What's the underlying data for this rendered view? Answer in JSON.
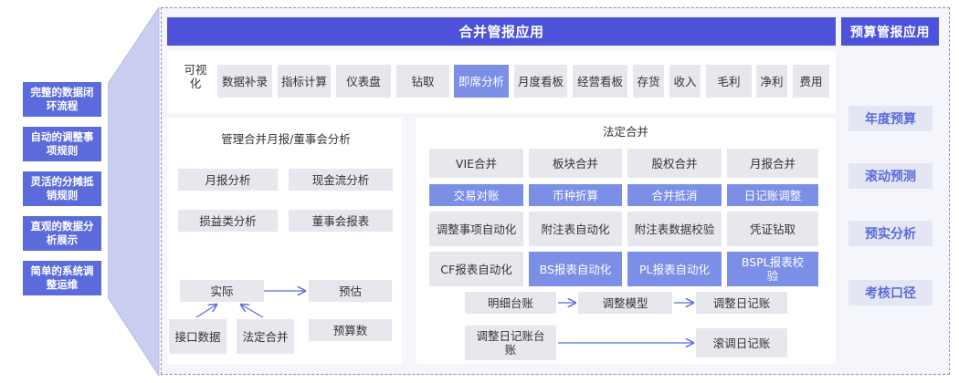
{
  "features": [
    "完整的数据闭环流程",
    "自动的调整事项规则",
    "灵活的分摊抵销规则",
    "直观的数据分析展示",
    "简单的系统调整运维"
  ],
  "main_header": "合并管报应用",
  "budget_header": "预算管报应用",
  "visualize_label": "可视化",
  "toolbar": [
    "数据补录",
    "指标计算",
    "仪表盘",
    "钻取",
    "即席分析",
    "月度看板",
    "经营看板",
    "存货",
    "收入",
    "毛利",
    "净利",
    "费用"
  ],
  "mgmt": {
    "title": "管理合并月报/董事会分析",
    "items": [
      "月报分析",
      "现金流分析",
      "损益类分析",
      "董事会报表"
    ],
    "flow": {
      "actual": "实际",
      "estimate": "预估",
      "interface": "接口数据",
      "statutory": "法定合并",
      "budget_num": "预算数"
    }
  },
  "legal": {
    "title": "法定合并",
    "row1": [
      "VIE合并",
      "板块合并",
      "股权合并",
      "月报合并"
    ],
    "row2": [
      "交易对账",
      "币种折算",
      "合并抵消",
      "日记账调整"
    ],
    "row3": [
      "调整事项自动化",
      "附注表自动化",
      "附注表数据校验",
      "凭证钻取"
    ],
    "row4": [
      "CF报表自动化",
      "BS报表自动化",
      "PL报表自动化",
      "BSPL报表校验"
    ],
    "flow1": [
      "明细台账",
      "调整模型",
      "调整日记账"
    ],
    "flow2": [
      "调整日记账台账",
      "滚调日记账"
    ]
  },
  "budget_items": [
    "年度预算",
    "滚动预测",
    "预实分析",
    "考核口径"
  ],
  "colors": {
    "primary": "#4c52d9",
    "feature": "#5b6bdb",
    "highlight": "#7c8fe6",
    "box": "#e6e8ee",
    "budget_text": "#5b6bdb",
    "arrow": "#5b6bdb"
  }
}
